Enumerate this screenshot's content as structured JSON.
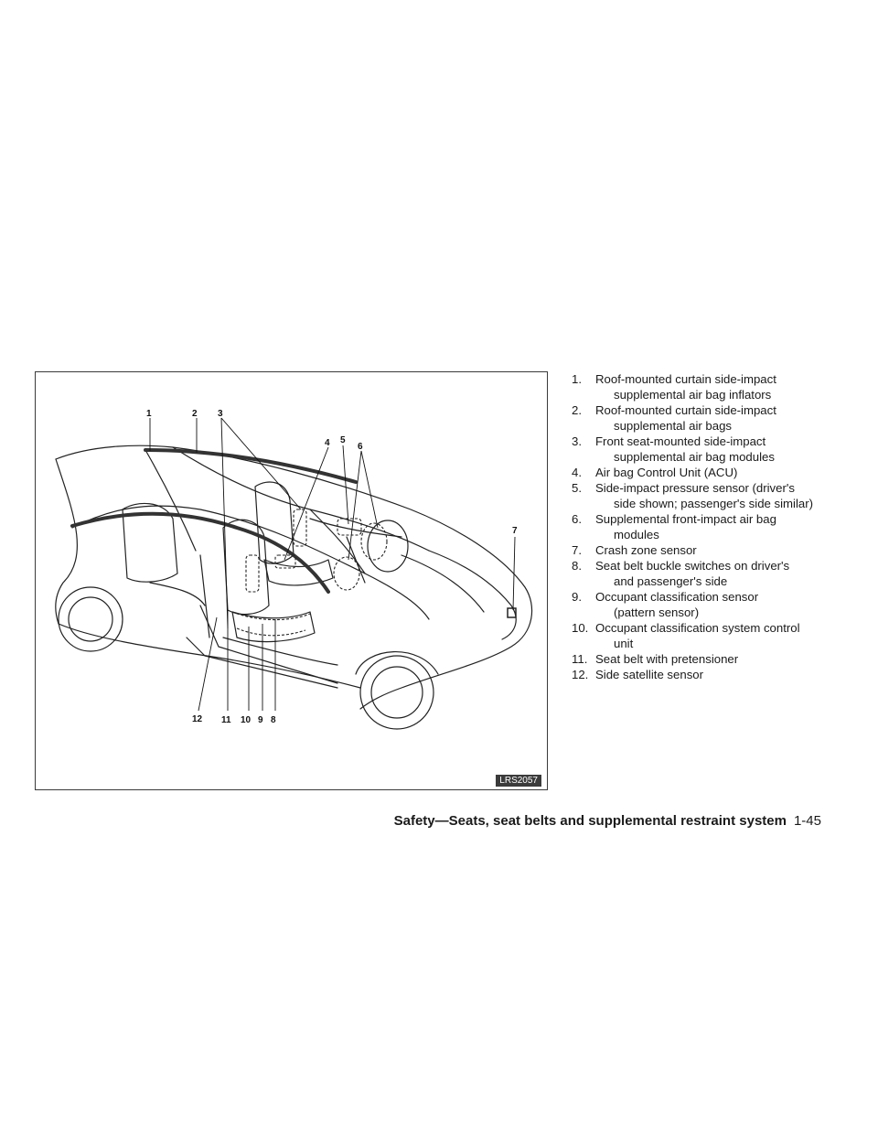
{
  "figure": {
    "code": "LRS2057",
    "callouts": {
      "c1": "1",
      "c2": "2",
      "c3": "3",
      "c4": "4",
      "c5": "5",
      "c6": "6",
      "c7": "7",
      "c8": "8",
      "c9": "9",
      "c10": "10",
      "c11": "11",
      "c12": "12"
    }
  },
  "legend": [
    {
      "num": "1.",
      "line1": "Roof-mounted curtain side-impact",
      "line2": "supplemental air bag inflators"
    },
    {
      "num": "2.",
      "line1": "Roof-mounted curtain side-impact",
      "line2": "supplemental air bags"
    },
    {
      "num": "3.",
      "line1": "Front seat-mounted side-impact",
      "line2": "supplemental air bag modules"
    },
    {
      "num": "4.",
      "line1": "Air bag Control Unit (ACU)",
      "line2": ""
    },
    {
      "num": "5.",
      "line1": "Side-impact pressure sensor (driver's",
      "line2": "side shown; passenger's side similar)"
    },
    {
      "num": "6.",
      "line1": "Supplemental front-impact air bag",
      "line2": "modules"
    },
    {
      "num": "7.",
      "line1": "Crash zone sensor",
      "line2": ""
    },
    {
      "num": "8.",
      "line1": "Seat belt buckle switches on driver's",
      "line2": "and passenger's side"
    },
    {
      "num": "9.",
      "line1": "Occupant classification sensor",
      "line2": "(pattern sensor)"
    },
    {
      "num": "10.",
      "line1": "Occupant classification system control",
      "line2": "unit"
    },
    {
      "num": "11.",
      "line1": "Seat belt with pretensioner",
      "line2": ""
    },
    {
      "num": "12.",
      "line1": "Side satellite sensor",
      "line2": ""
    }
  ],
  "footer": {
    "section": "Safety—Seats, seat belts and supplemental restraint system",
    "page": "1-45"
  }
}
